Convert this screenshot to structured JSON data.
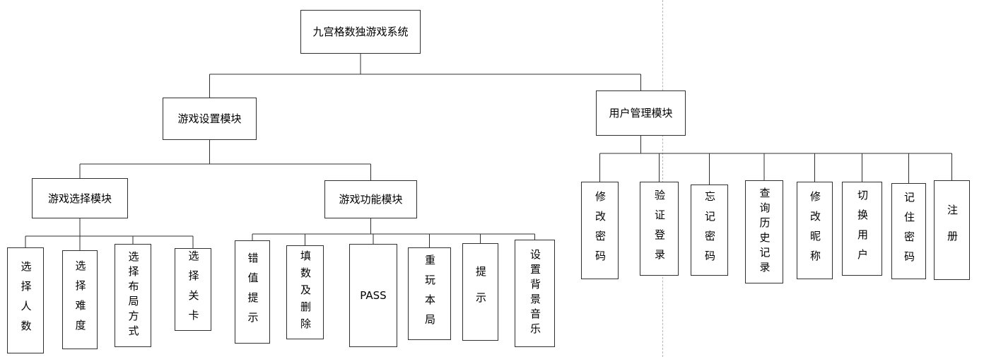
{
  "diagram": {
    "root": {
      "label": "九宫格数独游戏系统"
    },
    "settings": {
      "label": "游戏设置模块"
    },
    "user": {
      "label": "用户管理模块"
    },
    "selection": {
      "label": "游戏选择模块"
    },
    "function": {
      "label": "游戏功能模块"
    },
    "selection_children": [
      {
        "label": "选择人数"
      },
      {
        "label": "选择难度"
      },
      {
        "label": "选择布局方式"
      },
      {
        "label": "选择关卡"
      }
    ],
    "function_children": [
      {
        "label": "错值提示"
      },
      {
        "label": "填数及删除"
      },
      {
        "label": "PASS"
      },
      {
        "label": "重玩本局"
      },
      {
        "label": "提示"
      },
      {
        "label": "设置背景音乐"
      }
    ],
    "user_children": [
      {
        "label": "修改密码"
      },
      {
        "label": "验证登录"
      },
      {
        "label": "忘记密码"
      },
      {
        "label": "查询历史记录"
      },
      {
        "label": "修改昵称"
      },
      {
        "label": "切换用户"
      },
      {
        "label": "记住密码"
      },
      {
        "label": "注册"
      }
    ],
    "colors": {
      "box_border": "#2f2f2f",
      "connector": "#2f2f2f",
      "page_break": "#b3b9c0",
      "background": "#ffffff"
    }
  }
}
